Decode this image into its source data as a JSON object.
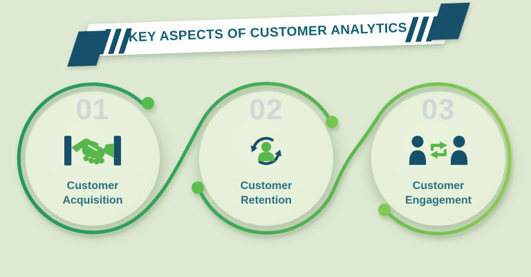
{
  "header": {
    "title": "KEY ASPECTS OF CUSTOMER ANALYTICS"
  },
  "sections": [
    {
      "number": "01",
      "label_line1": "Customer",
      "label_line2": "Acquisition",
      "icon": "handshake-icon"
    },
    {
      "number": "02",
      "label_line1": "Customer",
      "label_line2": "Retention",
      "icon": "person-refresh-icon"
    },
    {
      "number": "03",
      "label_line1": "Customer",
      "label_line2": "Engagement",
      "icon": "people-exchange-icon"
    }
  ],
  "palette": {
    "background": "#dde9d3",
    "disc": "#e7f0da",
    "teal_dark": "#17506a",
    "title_teal": "#156173",
    "label_teal": "#2a7080",
    "number_gray": "#cdd9d2",
    "icon_green": "#58b74b",
    "curve_green_dark": "#23975e",
    "curve_green_light": "#8fcc51"
  }
}
